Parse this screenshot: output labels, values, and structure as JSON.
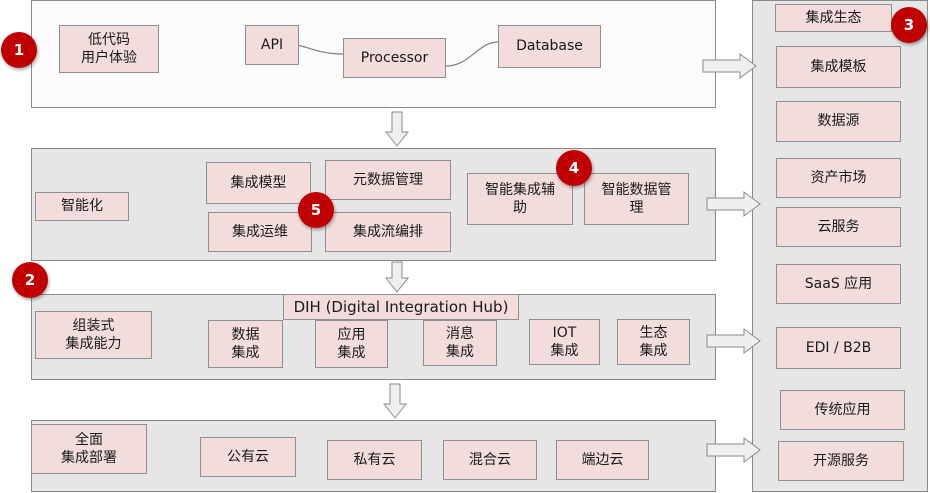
{
  "row1": {
    "lowcode": "低代码\n用户体验",
    "api": "API",
    "processor": "Processor",
    "database": "Database"
  },
  "row2": {
    "intelligence": "智能化",
    "integration_model": "集成模型",
    "metadata_mgmt": "元数据管理",
    "integration_ops": "集成运维",
    "integration_flow": "集成流编排",
    "smart_integration": "智能集成辅\n助",
    "smart_data_mgmt": "智能数据管\n理"
  },
  "row3": {
    "dih_title": "DIH (Digital Integration Hub)",
    "assembled": "组装式\n集成能力",
    "data_integration": "数据\n集成",
    "app_integration": "应用\n集成",
    "message_integration": "消息\n集成",
    "iot_integration": "IOT\n集成",
    "eco_integration": "生态\n集成"
  },
  "row4": {
    "full_deploy": "全面\n集成部署",
    "public_cloud": "公有云",
    "private_cloud": "私有云",
    "hybrid_cloud": "混合云",
    "edge_cloud": "端边云"
  },
  "ecosystem": {
    "title": "集成生态",
    "items": [
      "集成模板",
      "数据源",
      "资产市场",
      "云服务",
      "SaaS 应用",
      "EDI / B2B",
      "传统应用",
      "开源服务"
    ]
  },
  "badges": [
    "1",
    "2",
    "3",
    "4",
    "5"
  ],
  "colors": {
    "badge": "#c00000",
    "box_fill": "#f2dcdc",
    "panel_fill": "#e6e6e6"
  }
}
